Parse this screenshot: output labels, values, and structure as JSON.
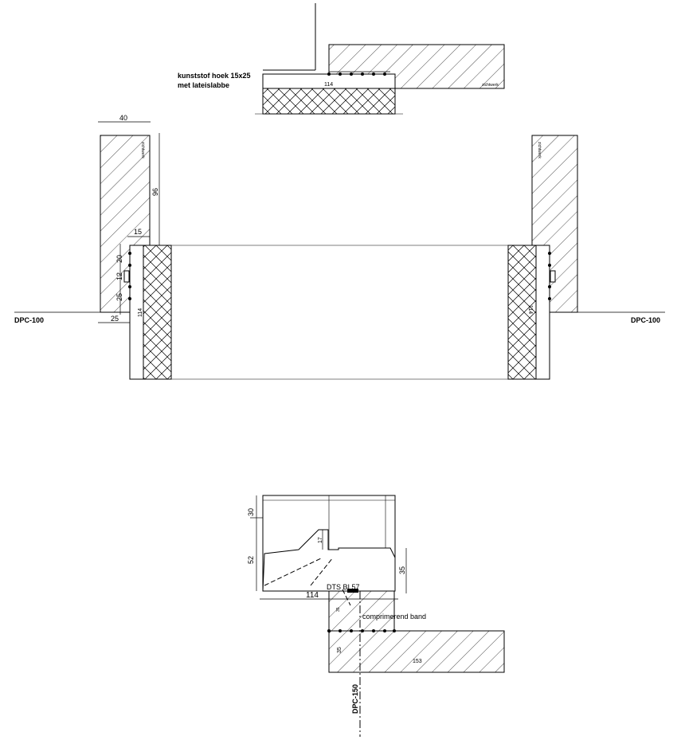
{
  "head": {
    "note_line1": "kunststof hoek 15x25",
    "note_line2": "met lateislabbe",
    "dim_114": "114",
    "zichtwerk": "zichtwerk"
  },
  "jamb": {
    "dim_40": "40",
    "dim_96": "96",
    "dim_15": "15",
    "dim_20": "20",
    "dim_12": "12",
    "dim_25_vertical": "25",
    "dim_25_horizontal": "25",
    "dim_114_left": "114",
    "dim_114_right": "114",
    "zichtwerk_left": "zichtwerk",
    "zichtwerk_right": "zichtwerk",
    "dpc_left": "DPC-100",
    "dpc_right": "DPC-100"
  },
  "sill": {
    "dim_30": "30",
    "dim_52": "52",
    "dim_17": "17",
    "dim_35_right": "35",
    "dim_114": "114",
    "product_label": "DTS BI 57",
    "dim_35_small": "35",
    "band_label": "comprimerend band",
    "dim_35_wall": "35",
    "dim_153": "153",
    "dpc_label": "DPC-150"
  },
  "colors": {
    "ink": "#000000",
    "paper": "#ffffff"
  }
}
